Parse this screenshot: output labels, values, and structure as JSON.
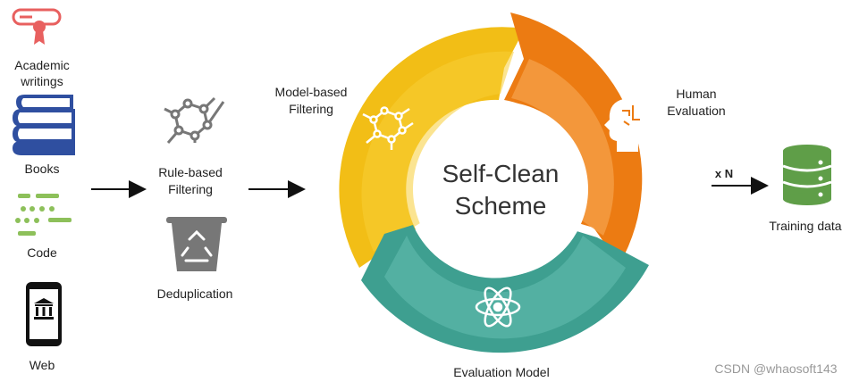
{
  "sources": {
    "academic": "Academic writings",
    "books": "Books",
    "code": "Code",
    "web": "Web"
  },
  "filters": {
    "rule_based": "Rule-based Filtering",
    "dedup": "Deduplication"
  },
  "cycle": {
    "center_line1": "Self-Clean",
    "center_line2": "Scheme",
    "model_filtering": "Model-based Filtering",
    "human_evaluation": "Human Evaluation",
    "evaluation_model": "Evaluation Model"
  },
  "output": {
    "multiplier": "x N",
    "training_data": "Training data"
  },
  "watermark": "CSDN @whaosoft143",
  "colors": {
    "yellow": "#F2BE16",
    "orange": "#EC7B12",
    "teal": "#46A89B",
    "red_icon": "#E8605F",
    "blue_icon": "#2F4FA0",
    "green_icon": "#8DC05A",
    "green_db": "#5F9E48",
    "grey_icon": "#888888"
  }
}
